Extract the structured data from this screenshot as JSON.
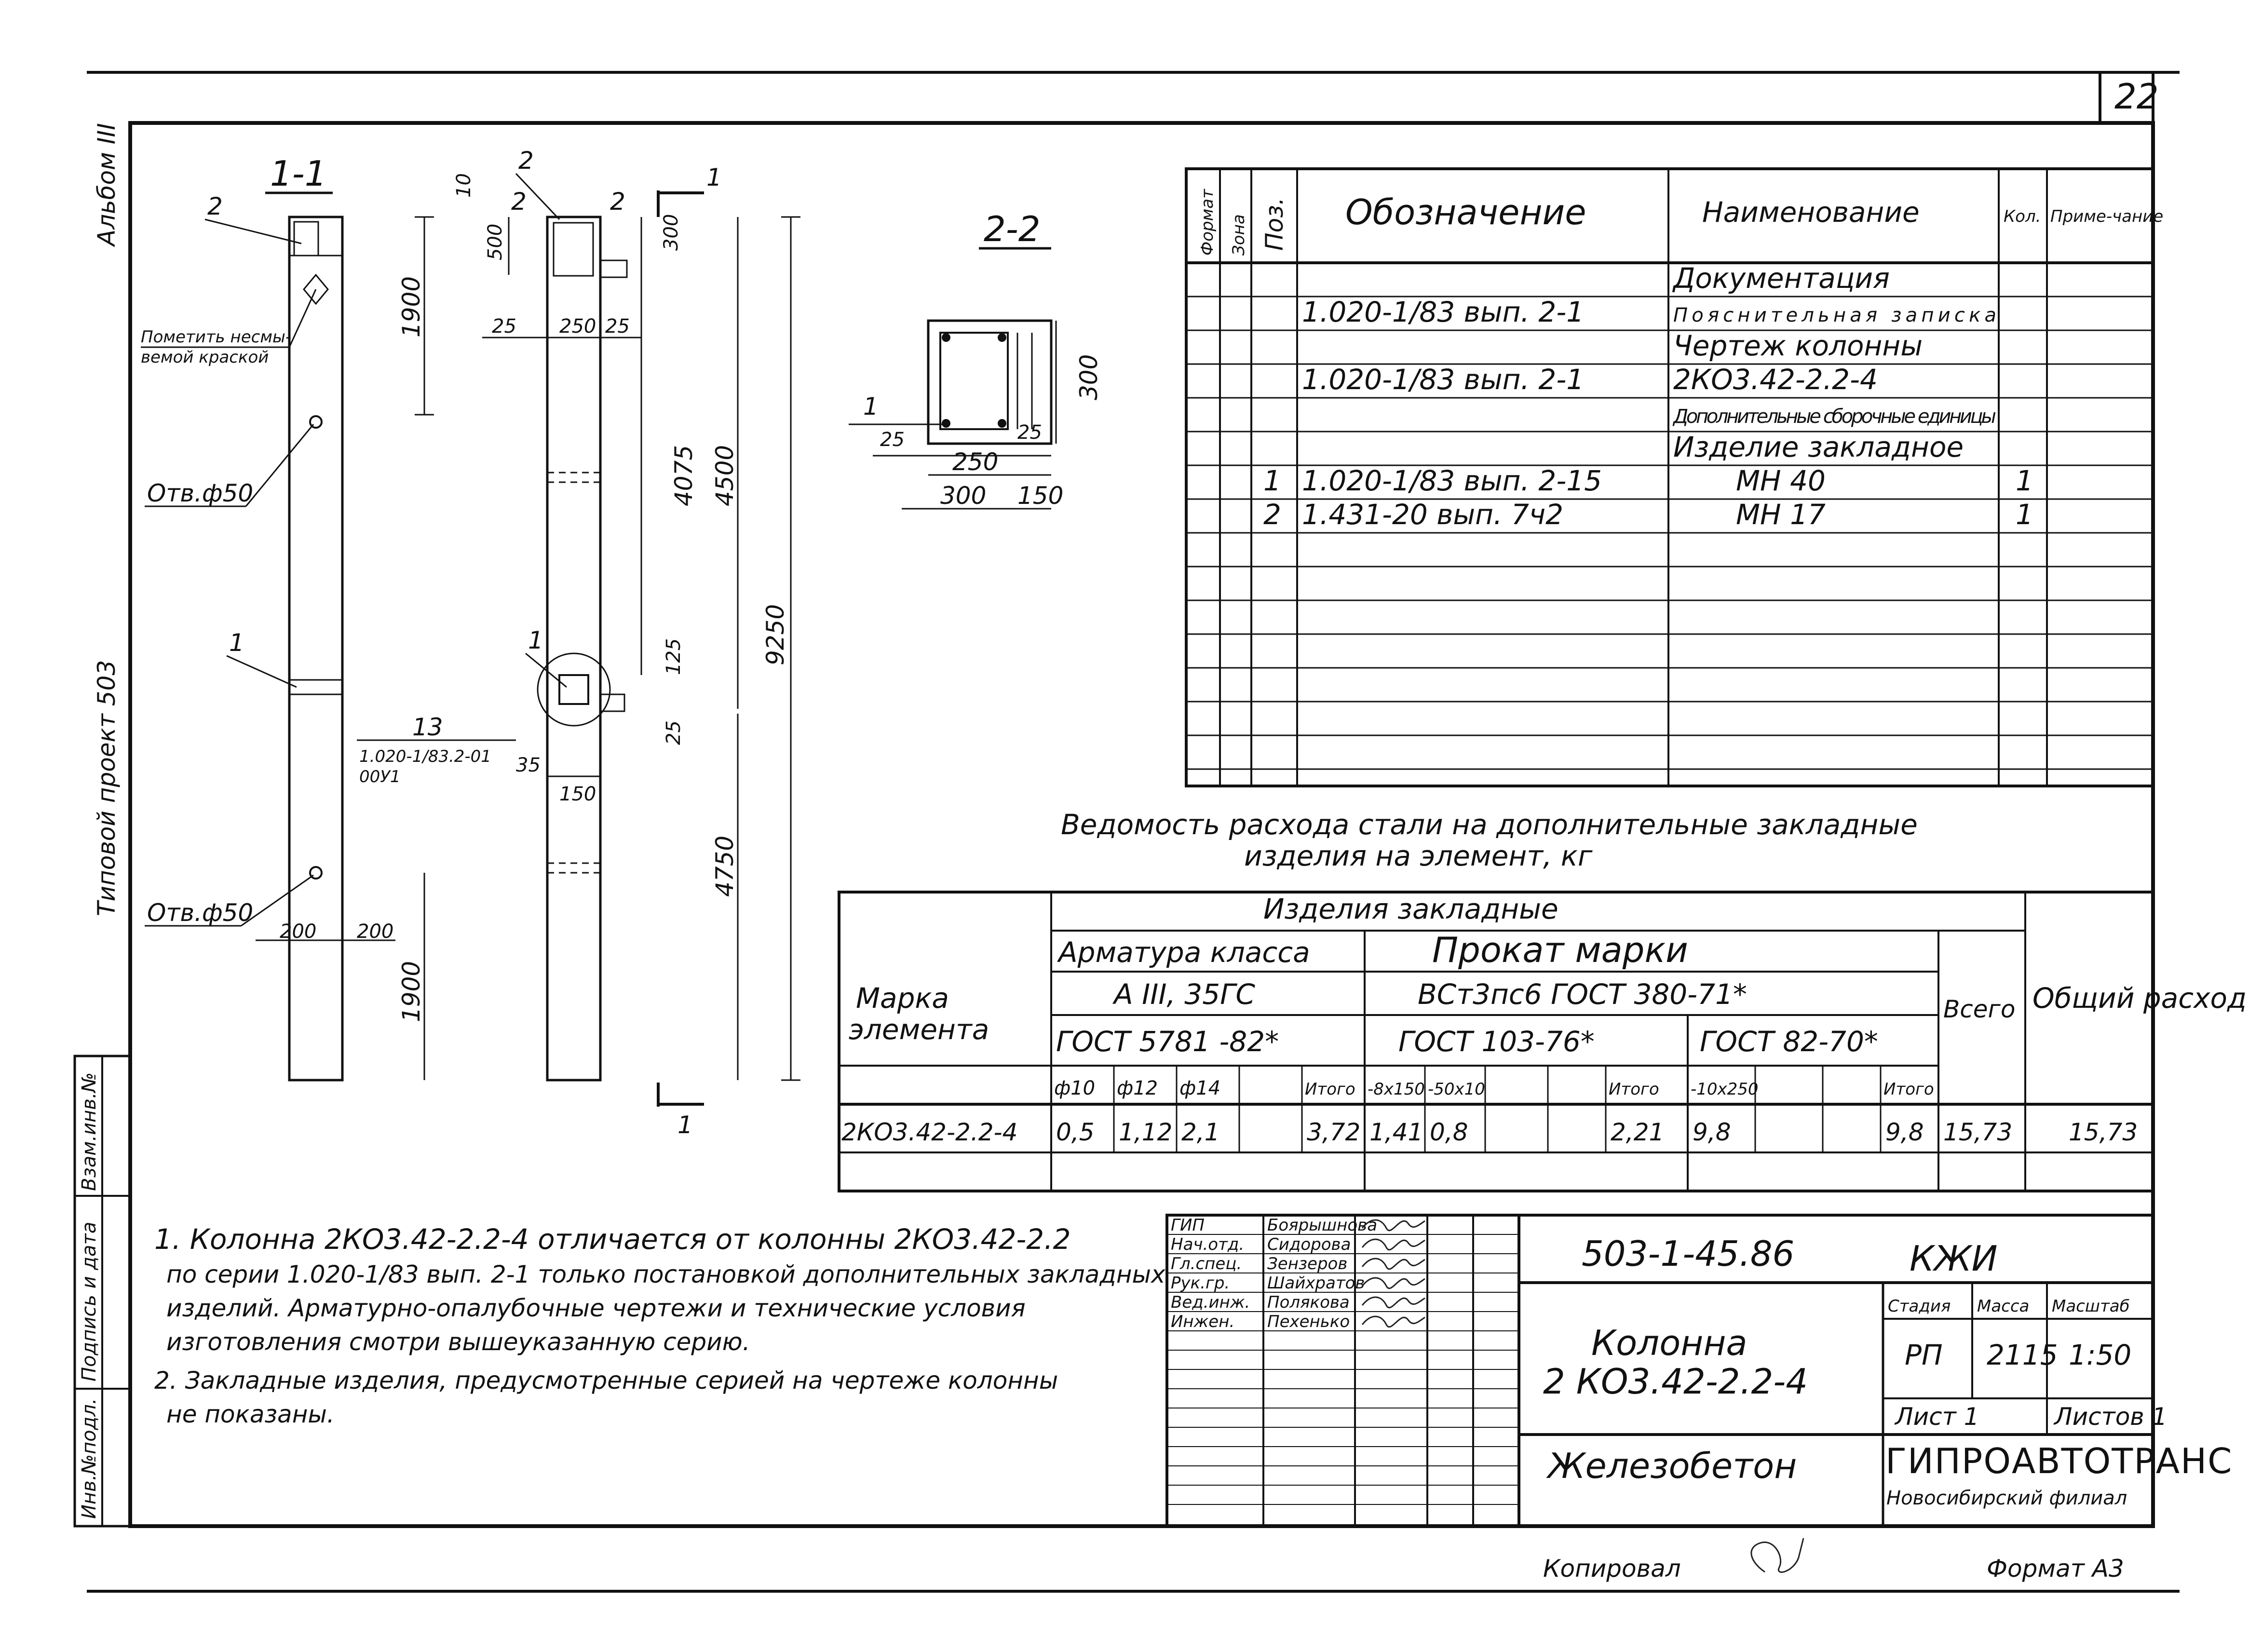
{
  "page_number": "22",
  "side_titles": {
    "album": "Альбом III",
    "project": "Типовой проект 503"
  },
  "side_stamp": [
    "Инв.№подл.",
    "Подпись и дата",
    "Взам.инв.№"
  ],
  "drawing": {
    "section_1": "1-1",
    "section_2": "2-2",
    "callout_2": "2",
    "callout_1": "1",
    "note_paint": [
      "Пометить несмы-",
      "вемой краской"
    ],
    "hole_top": "Отв.ф50",
    "hole_bottom": "Отв.ф50",
    "ref_13": "13",
    "ref_doc": "1.020-1/83.2-01",
    "ref_variant": "00У1",
    "dims": {
      "d10": "10",
      "d500": "500",
      "d300": "300",
      "d1900_top": "1900",
      "d25a": "25",
      "d250": "250",
      "d25b": "25",
      "d4075": "4075",
      "d4500": "4500",
      "d9250": "9250",
      "d125": "125",
      "d25c": "25",
      "d35": "35",
      "d150": "150",
      "d4750": "4750",
      "d200a": "200",
      "d200b": "200",
      "d1900_bot": "1900",
      "s_300v": "300",
      "s_25a": "25",
      "s_25b": "25",
      "s_250": "250",
      "s_300": "300",
      "s_150": "150"
    },
    "cut_mark": "1"
  },
  "spec_table": {
    "headers": {
      "format": "Формат",
      "zone": "Зона",
      "pos": "Поз.",
      "designation": "Обозначение",
      "name": "Наименование",
      "qty": "Кол.",
      "note": "Приме-чание"
    },
    "rows": [
      {
        "pos": "",
        "designation": "",
        "name": "Документация",
        "qty": ""
      },
      {
        "pos": "",
        "designation": "1.020-1/83    вып. 2-1",
        "name": "Пояснительная записка",
        "qty": ""
      },
      {
        "pos": "",
        "designation": "",
        "name": "Чертеж колонны",
        "qty": ""
      },
      {
        "pos": "",
        "designation": "1.020-1/83    вып. 2-1",
        "name": "2КО3.42-2.2-4",
        "qty": ""
      },
      {
        "pos": "",
        "designation": "",
        "name": "Дополнительные сборочные единицы",
        "qty": ""
      },
      {
        "pos": "",
        "designation": "",
        "name": "Изделие закладное",
        "qty": ""
      },
      {
        "pos": "1",
        "designation": "1.020-1/83    вып. 2-15",
        "name": "МН 40",
        "qty": "1"
      },
      {
        "pos": "2",
        "designation": "1.431-20    вып. 7ч2",
        "name": "МН 17",
        "qty": "1"
      }
    ]
  },
  "steel_table": {
    "title_line1": "Ведомость расхода стали на дополнительные закладные",
    "title_line2": "изделия на элемент, кг",
    "head_mark": "Марка элемента",
    "head_items": "Изделия закладные",
    "head_rebar": "Арматура класса",
    "head_rebar_class": "А III, 35ГС",
    "head_rebar_gost": "ГОСТ 5781 -82*",
    "head_rolled": "Прокат марки",
    "head_rolled_grade": "ВСт3пс6 ГОСТ 380-71*",
    "head_gost103": "ГОСТ 103-76*",
    "head_gost82": "ГОСТ 82-70*",
    "head_total": "Всего",
    "head_overall": "Общий расход",
    "sub_cols": [
      "ф10",
      "ф12",
      "ф14",
      "",
      "Итого",
      "-8х150",
      "-50х10",
      "",
      "",
      "Итого",
      "-10х250",
      "",
      "",
      "Итого"
    ],
    "row": {
      "mark": "2КО3.42-2.2-4",
      "values": [
        "0,5",
        "1,12",
        "2,1",
        "",
        "3,72",
        "1,41",
        "0,8",
        "",
        "",
        "2,21",
        "9,8",
        "",
        "",
        "9,8"
      ],
      "total": "15,73",
      "overall": "15,73"
    }
  },
  "notes": [
    "1. Колонна 2КО3.42-2.2-4    отличается от колонны 2КО3.42-2.2",
    "по серии 1.020-1/83 вып. 2-1 только постановкой дополнительных закладных",
    "изделий. Арматурно-опалубочные чертежи и технические условия",
    "изготовления смотри вышеуказанную серию.",
    "2. Закладные изделия, предусмотренные серией на чертеже колонны",
    "не показаны."
  ],
  "title_block": {
    "code": "503-1-45.86",
    "section": "КЖИ",
    "staff": [
      {
        "role": "ГИП",
        "name": "Боярышнова"
      },
      {
        "role": "Нач.отд.",
        "name": "Сидорова"
      },
      {
        "role": "Гл.спец.",
        "name": "Зензеров"
      },
      {
        "role": "Рук.гр.",
        "name": "Шайхратов"
      },
      {
        "role": "Вед.инж.",
        "name": "Полякова"
      },
      {
        "role": "Инжен.",
        "name": "Пехенько"
      }
    ],
    "title_line1": "Колонна",
    "title_line2": "2 КО3.42-2.2-4",
    "stage_label": "Стадия",
    "mass_label": "Масса",
    "scale_label": "Масштаб",
    "stage": "РП",
    "mass": "2115",
    "scale": "1:50",
    "sheet": "Лист 1",
    "sheets": "Листов 1",
    "material": "Железобетон",
    "org": "ГИПРОАВТОТРАНС",
    "branch": "Новосибирский филиал"
  },
  "footer": {
    "copied": "Копировал",
    "format": "Формат А3"
  }
}
